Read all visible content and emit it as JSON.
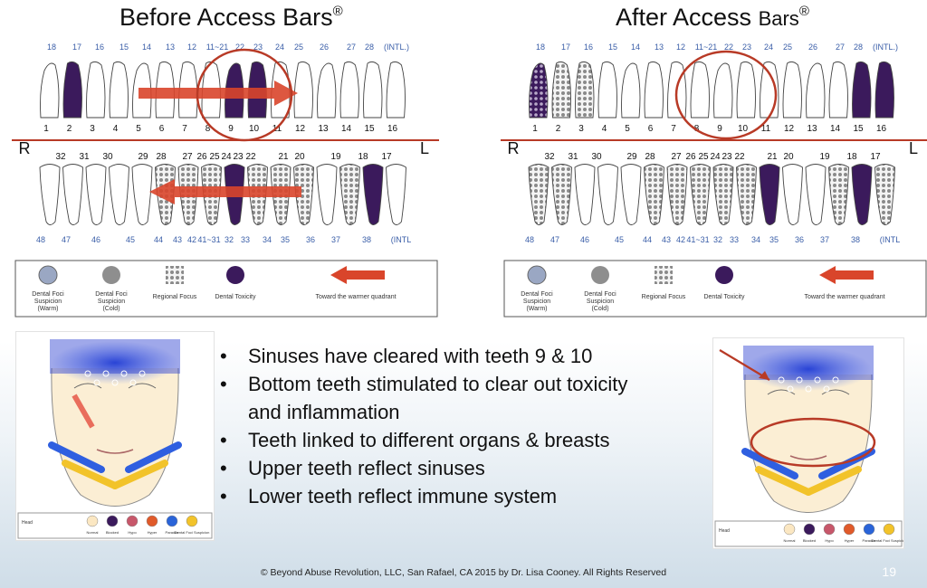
{
  "titles": {
    "before_main": "Before Access Bars",
    "before_mark": "®",
    "after_main": "After Access ",
    "after_small": "Bars",
    "after_mark": "®"
  },
  "chart": {
    "upper_intl_left": [
      "18",
      "17",
      "16",
      "15",
      "14",
      "13",
      "12",
      "11~21"
    ],
    "upper_intl_right": [
      "22",
      "23",
      "24",
      "25",
      "26",
      "27",
      "28",
      "(INTL.)"
    ],
    "upper_nums": [
      "1",
      "2",
      "3",
      "4",
      "5",
      "6",
      "7",
      "8",
      "9",
      "10",
      "11",
      "12",
      "13",
      "14",
      "15",
      "16"
    ],
    "lower_nums_left": [
      "32",
      "31",
      "30",
      "29",
      "28",
      "27",
      "26",
      "25",
      "24",
      "23",
      "22"
    ],
    "lower_nums_right": [
      "21",
      "20",
      "19",
      "18",
      "17"
    ],
    "lower_intl": [
      "48",
      "47",
      "46",
      "45",
      "44",
      "43",
      "42",
      "41~31",
      "32",
      "33",
      "34",
      "35",
      "36",
      "37",
      "38",
      "(INTL"
    ],
    "side_right": "R",
    "side_left": "L",
    "legend": {
      "warm": [
        "Dental Foci",
        "Suspicion",
        "(Warm)"
      ],
      "cold": [
        "Dental Foci",
        "Suspicion",
        "(Cold)"
      ],
      "regional": "Regional Focus",
      "toxicity": "Dental Toxicity",
      "warmer": "Toward the warmer quadrant"
    },
    "colors": {
      "toxicity": "#3b1a5c",
      "arrow": "#d9452b",
      "circle": "#b83a26",
      "line": "#b83a26",
      "number": "#3a5ea8"
    }
  },
  "face_legend": {
    "head": "Head",
    "items": [
      {
        "label": "Normal",
        "color": "#fbe7c2"
      },
      {
        "label": "Blocked",
        "color": "#3b1a5c"
      },
      {
        "label": "Hypo",
        "color": "#c7576a"
      },
      {
        "label": "Hyper",
        "color": "#e05a2a"
      },
      {
        "label": "Paradox",
        "color": "#2a64d8"
      },
      {
        "label": "Dental Foci Suspicion",
        "color": "#f2c32a"
      }
    ]
  },
  "bullets": [
    "Sinuses have cleared with teeth 9 & 10",
    "Bottom teeth stimulated to clear out toxicity",
    "and inflammation",
    "Teeth linked to different organs & breasts",
    "Upper teeth reflect sinuses",
    "Lower teeth reflect immune system"
  ],
  "bullet_char": "•",
  "footer": "© Beyond Abuse Revolution, LLC, San Rafael, CA 2015 by Dr. Lisa Cooney. All Rights Reserved",
  "page_number": "19"
}
